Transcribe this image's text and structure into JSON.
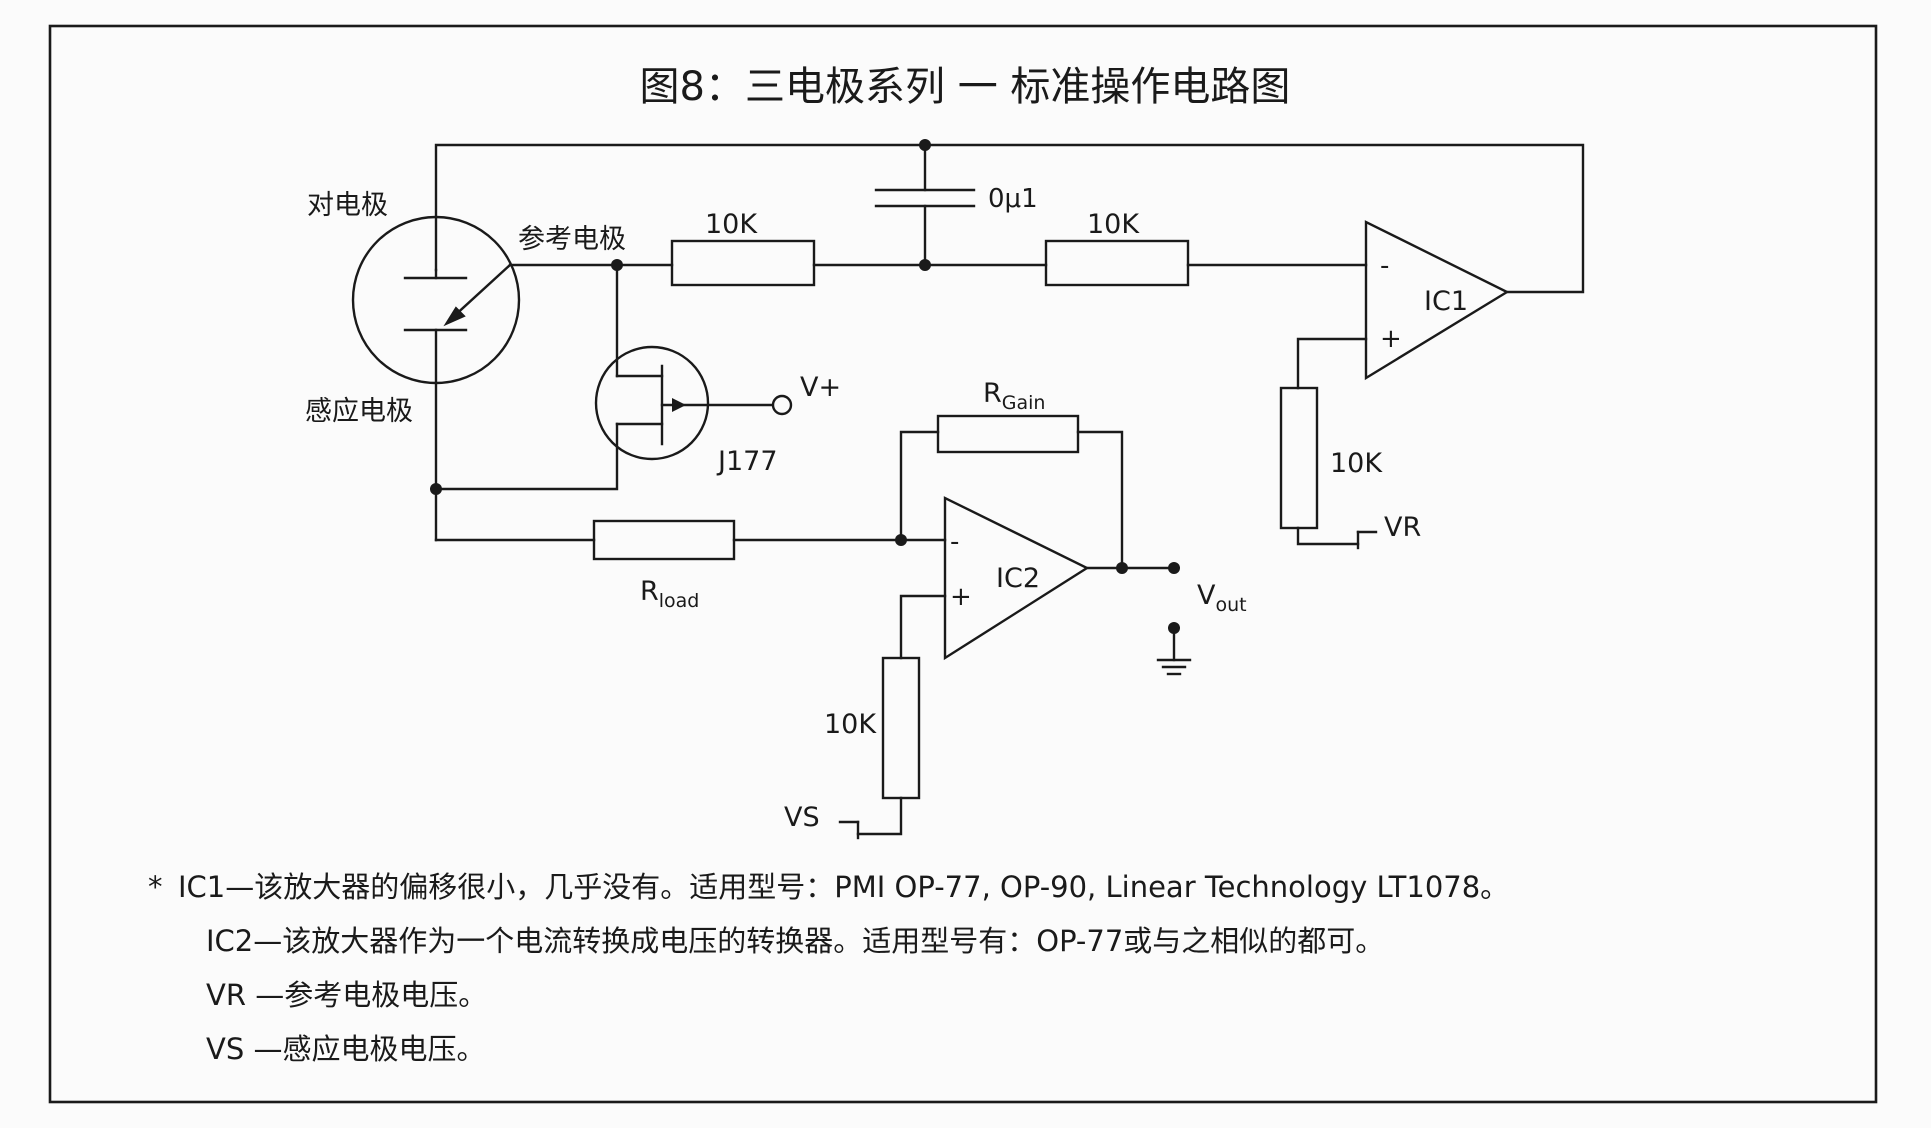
{
  "title": "图8：三电极系列 一 标准操作电路图",
  "labels": {
    "counter_electrode": "对电极",
    "reference_electrode": "参考电极",
    "sensing_electrode": "感应电极",
    "r1_value": "10K",
    "r2_value": "10K",
    "cap_value": "0μ1",
    "ic1": "IC1",
    "ic1_minus": "-",
    "ic1_plus": "+",
    "ic2": "IC2",
    "ic2_minus": "-",
    "ic2_plus": "+",
    "r_ic1_value": "10K",
    "vr": "VR",
    "vplus": "V+",
    "j177": "J177",
    "r_gain_main": "R",
    "r_gain_sub": "Gain",
    "r_load_main": "R",
    "r_load_sub": "load",
    "vout_main": "V",
    "vout_sub": "out",
    "r_ic2_value": "10K",
    "vs": "VS"
  },
  "notes": {
    "star": "*",
    "lines": [
      "IC1—该放大器的偏移很小，几乎没有。适用型号：PMI OP-77, OP-90, Linear Technology LT1078。",
      "IC2—该放大器作为一个电流转换成电压的转换器。适用型号有：OP-77或与之相似的都可。",
      "VR —参考电极电压。",
      "VS —感应电极电压。"
    ]
  }
}
